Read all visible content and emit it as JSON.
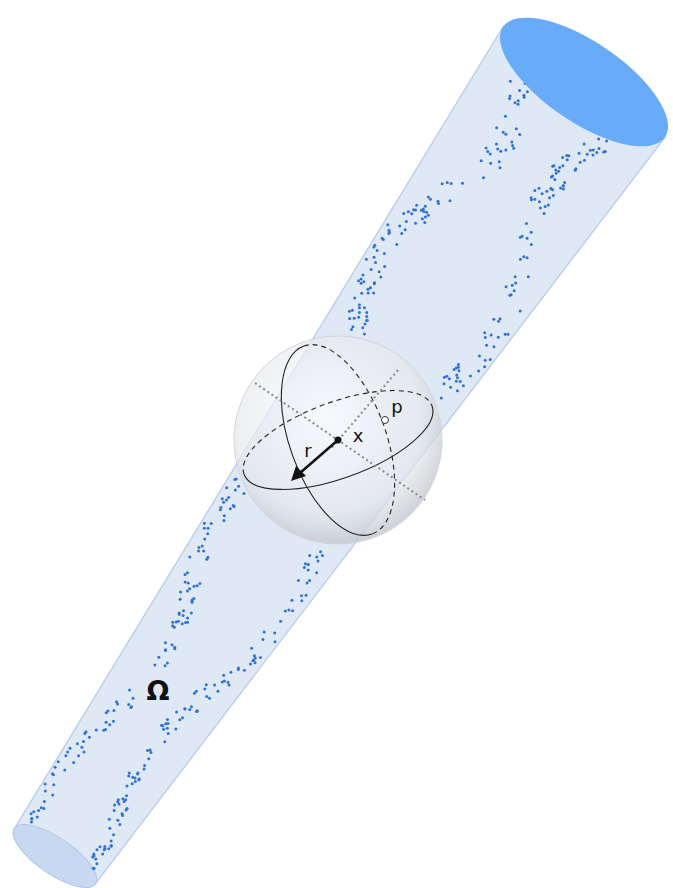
{
  "diagram": {
    "labels": [
      "p",
      "x",
      "r",
      "Ω"
    ]
  }
}
